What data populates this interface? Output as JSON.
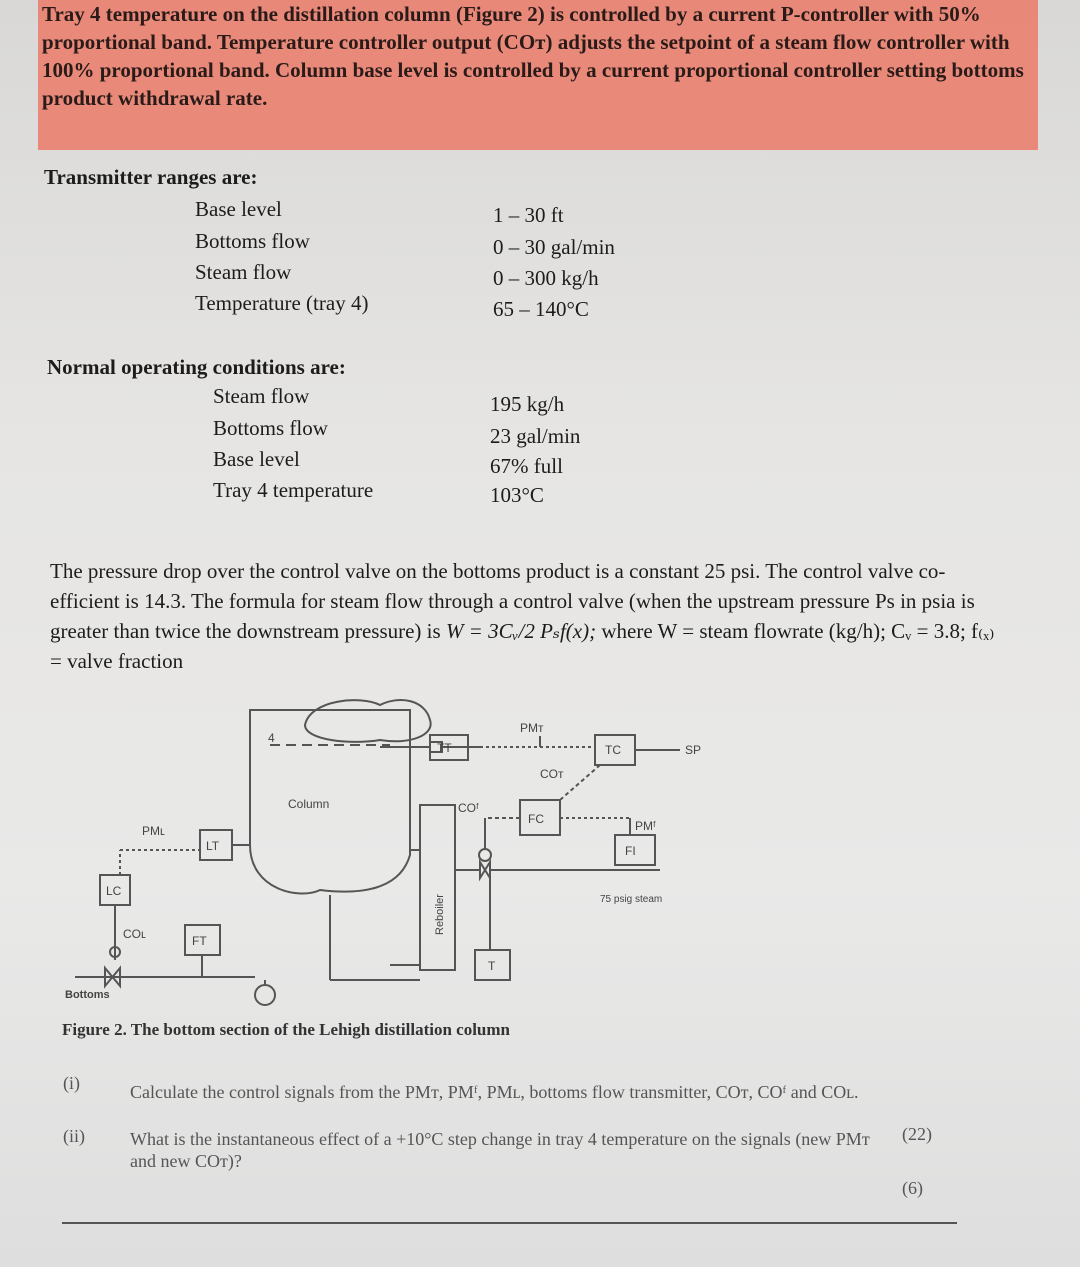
{
  "intro": "Tray 4 temperature on the distillation column (Figure 2) is controlled by a current P-controller with 50% proportional band. Temperature controller output (COᴛ) adjusts the setpoint of a steam flow controller with 100% proportional band. Column base level is controlled by a current proportional controller setting bottoms product withdrawal rate.",
  "transmitter": {
    "heading": "Transmitter ranges are:",
    "rows": [
      {
        "label": "Base level",
        "value": "1 – 30 ft"
      },
      {
        "label": "Bottoms flow",
        "value": "0 – 30 gal/min"
      },
      {
        "label": "Steam flow",
        "value": "0 – 300 kg/h"
      },
      {
        "label": "Temperature (tray 4)",
        "value": "65 – 140°C"
      }
    ]
  },
  "normal": {
    "heading": "Normal operating conditions are:",
    "rows": [
      {
        "label": "Steam flow",
        "value": "195 kg/h"
      },
      {
        "label": "Bottoms flow",
        "value": "23 gal/min"
      },
      {
        "label": "Base level",
        "value": "67% full"
      },
      {
        "label": "Tray 4 temperature",
        "value": "103°C"
      }
    ]
  },
  "paragraph": {
    "text": "The pressure drop over the control valve on the bottoms product is a constant 25 psi. The control valve co-efficient is 14.3. The formula for steam flow through a control valve (when the upstream pressure Ps in psia is greater than twice the downstream pressure) is",
    "formula": "W = 3Cᵥ/2 Pₛf(x);",
    "after": "where W = steam flowrate (kg/h); Cᵥ = 3.8; f₍ₓ₎ = valve fraction"
  },
  "figure": {
    "caption": "Figure 2. The bottom section of the Lehigh distillation column",
    "labels": {
      "tray": "4",
      "column": "Column",
      "reboiler": "Reboiler",
      "tt": "TT",
      "tc": "TC",
      "sp": "SP",
      "fc": "FC",
      "fi": "FI",
      "lt": "LT",
      "lc": "LC",
      "ft": "FT",
      "t": "T",
      "pm_t": "PMᴛ",
      "co_t": "COᴛ",
      "co_f": "COᶠ",
      "pm_f": "PMᶠ",
      "pm_l": "PMʟ",
      "co_l": "COʟ",
      "steam": "75 psig steam",
      "bottoms": "Bottoms"
    }
  },
  "questions": [
    {
      "num": "(i)",
      "text": "Calculate the control signals from the PMᴛ, PMᶠ, PMʟ, bottoms flow transmitter, COᴛ, COᶠ and COʟ.",
      "marks": "(22)"
    },
    {
      "num": "(ii)",
      "text": "What is the instantaneous effect of a +10°C step change in tray 4 temperature on the signals (new PMᴛ and new COᴛ)?",
      "marks": "(6)"
    }
  ],
  "colors": {
    "highlight": "#e9806f",
    "ink": "#1c1c1c"
  }
}
